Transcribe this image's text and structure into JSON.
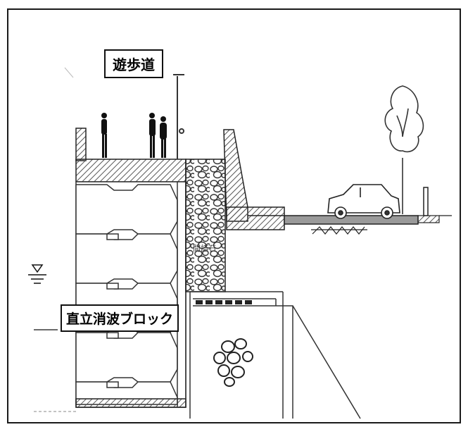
{
  "labels": {
    "walkway": "遊歩道",
    "wave_block": "直立消波ブロック",
    "fill_stone": "間詰石"
  },
  "icons": {
    "water_level": "water-level-icon",
    "pedestrians": "person-icon",
    "vehicle": "car-icon",
    "tree": "tree-icon",
    "light_pole": "street-light-icon"
  },
  "colors": {
    "line": "#222222",
    "hatch": "#555555",
    "road": "#9a9a9a"
  }
}
